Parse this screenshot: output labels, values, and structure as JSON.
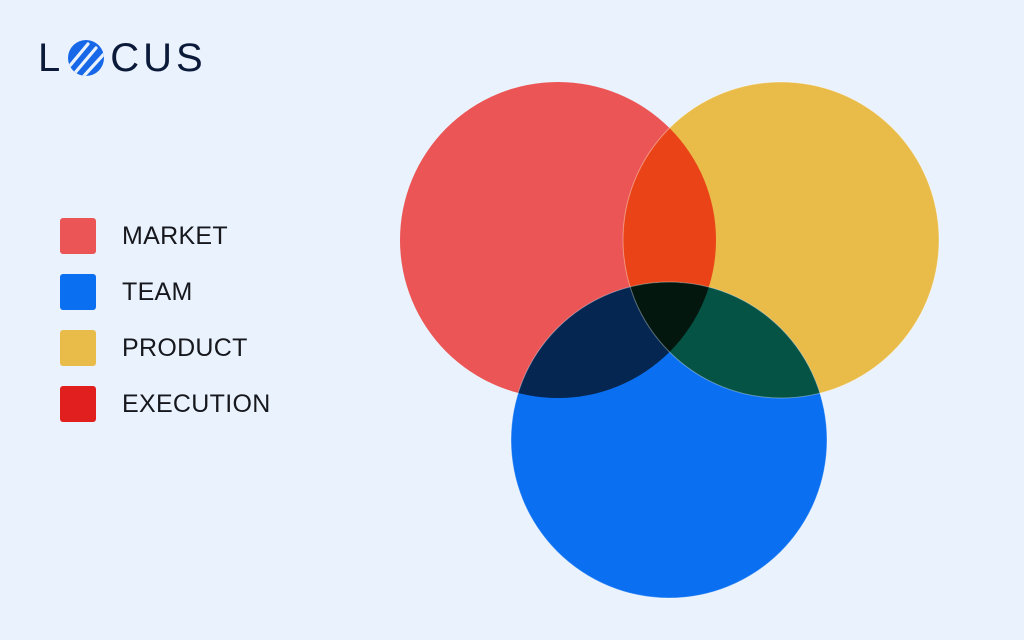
{
  "brand": {
    "logo_text_start": "L",
    "logo_text_end": "CUS",
    "logo_icon": "globe-icon",
    "text_color": "#0c1a3a",
    "icon_color": "#1668e8"
  },
  "legend": [
    {
      "label": "MARKET",
      "color": "#ec5555"
    },
    {
      "label": "TEAM",
      "color": "#0a6ff0"
    },
    {
      "label": "PRODUCT",
      "color": "#e9bb49"
    },
    {
      "label": "EXECUTION",
      "color": "#e21f1f"
    }
  ],
  "venn": {
    "sets": [
      {
        "label": "MARKET",
        "color": "#ec5555"
      },
      {
        "label": "PRODUCT",
        "color": "#e9bb49"
      },
      {
        "label": "TEAM",
        "color": "#0a6ff0"
      }
    ],
    "overlaps": {
      "market_product": "#ea4317",
      "market_team": "#042650",
      "product_team": "#045345",
      "all": "#04170f"
    }
  }
}
